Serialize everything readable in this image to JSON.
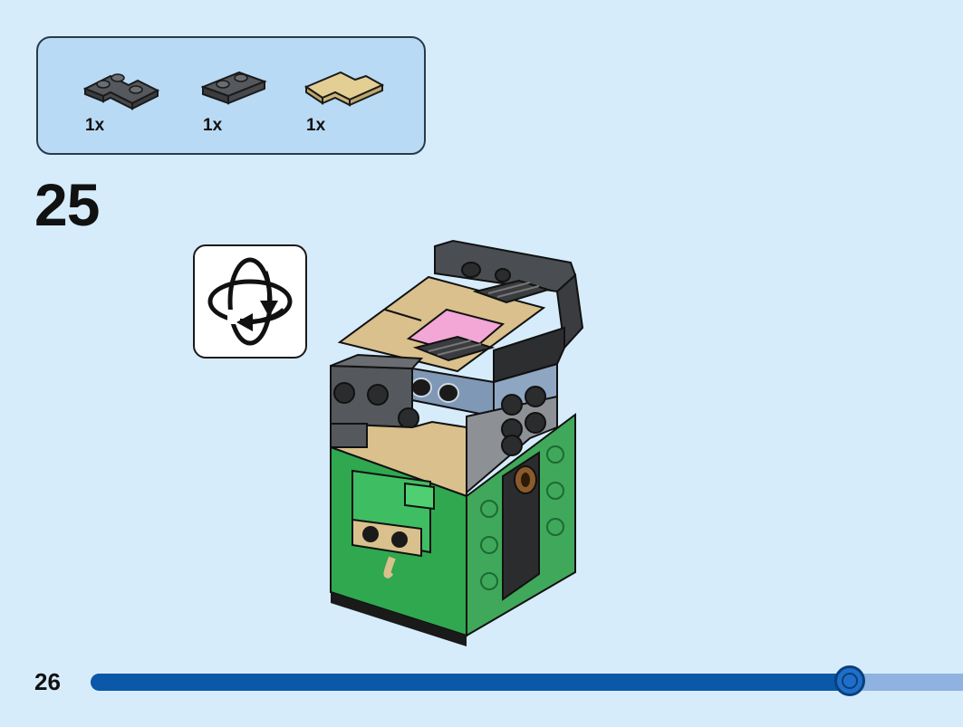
{
  "parts_list": {
    "items": [
      {
        "quantity": "1x",
        "part": "dark-grey-corner-plate-icon",
        "color": "#55585c"
      },
      {
        "quantity": "1x",
        "part": "dark-grey-1x2-plate-icon",
        "color": "#55585c"
      },
      {
        "quantity": "1x",
        "part": "tan-corner-tile-icon",
        "color": "#e3cf94"
      }
    ]
  },
  "step": {
    "number": "25",
    "rotate_hint": "rotate-model-icon"
  },
  "footer": {
    "page_number": "26",
    "progress": 0.87
  },
  "colors": {
    "background": "#d6ecfb",
    "panel": "#b9daf4",
    "progress_fill": "#0b57a8",
    "progress_track": "#8fb2e0",
    "brick_green": "#2fa84f",
    "brick_tan": "#d9c08c",
    "brick_grey": "#5a5d61",
    "brick_pink": "#f2a7d6"
  }
}
